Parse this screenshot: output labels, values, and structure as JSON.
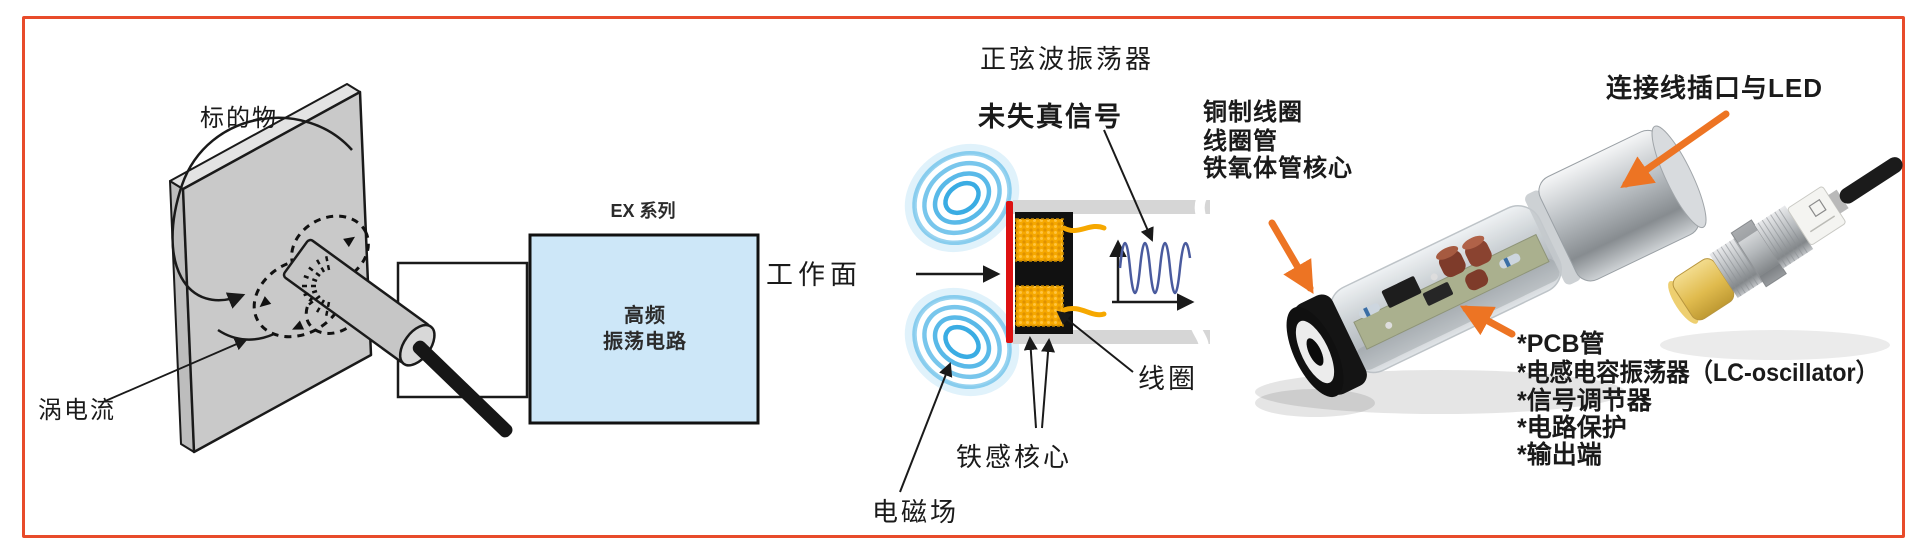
{
  "frame": {
    "border_color": "#e84b2a",
    "background": "#ffffff"
  },
  "left_diagram": {
    "target_label": "标的物",
    "eddy_current_label": "涡电流",
    "series_label": "EX 系列",
    "circuit_line1": "高频",
    "circuit_line2": "振荡电路",
    "box_fill_color": "#cde7f8"
  },
  "middle_diagram": {
    "oscillator_label": "正弦波振荡器",
    "signal_label": "未失真信号",
    "working_face_label": "工作面",
    "coil_label": "线圈",
    "core_label": "铁感核心",
    "field_label": "电磁场",
    "field_color": "#2fa8e2",
    "coil_color": "#f6a800",
    "face_color": "#dd1111",
    "signal_wave_color": "#4a5b9e"
  },
  "right_panel": {
    "coil_note_line1": "铜制线圈",
    "coil_note_line2": "线圈管",
    "coil_note_line3": "铁氧体管核心",
    "connector_note": "连接线插口与LED",
    "pcb_notes": [
      "*PCB管",
      "*电感电容振荡器（LC-oscillator）",
      "*信号调节器",
      "*电路保护",
      "*输出端"
    ],
    "arrow_color": "#ed7423"
  }
}
